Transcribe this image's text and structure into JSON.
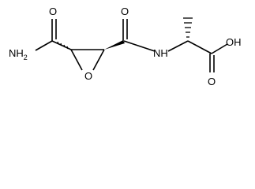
{
  "structure": {
    "atoms": {
      "o_amide": "O",
      "nh2": "NH",
      "nh2_subscript": "2",
      "o_epoxide": "O",
      "o_amide2": "O",
      "nh": "NH",
      "o_acid_top": "OH",
      "o_acid_bottom": "O"
    },
    "colors": {
      "bonds": "#000000",
      "labels": "#000000"
    }
  }
}
